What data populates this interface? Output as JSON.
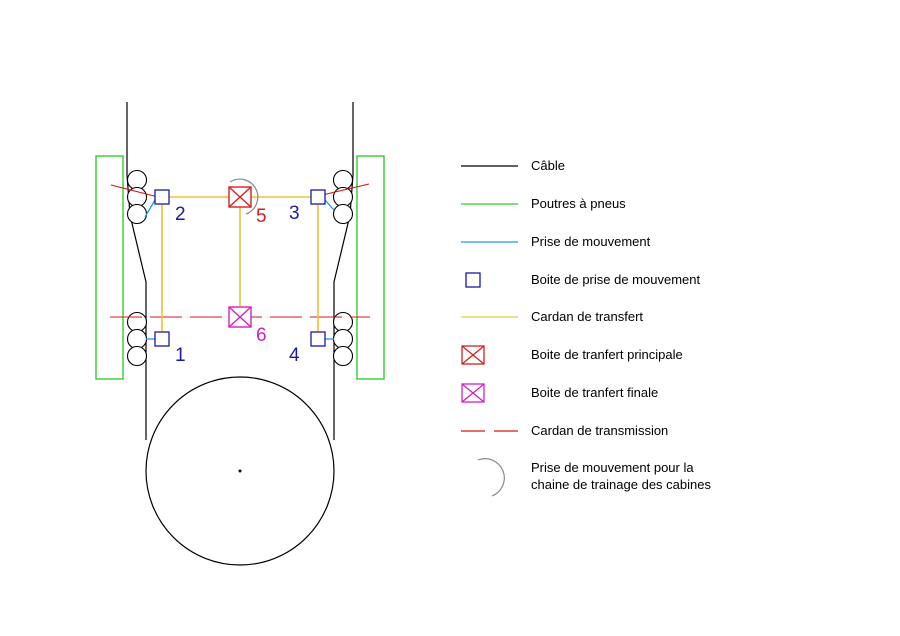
{
  "colors": {
    "cable": "#000000",
    "beam": "#33cc33",
    "pto": "#1e9be0",
    "pto_box": "#1a1aa8",
    "transfer_shaft": "#e8c33a",
    "main_transfer_box": "#d61f1f",
    "final_transfer_box": "#d020c8",
    "transmission_shaft": "#d01818",
    "pto_chain": "#8a8a8a"
  },
  "diagram": {
    "labels": {
      "box1": "1",
      "box2": "2",
      "box3": "3",
      "box4": "4",
      "box5": "5",
      "box6": "6"
    }
  },
  "legend": {
    "items": [
      {
        "key": "cable",
        "symbol": "line",
        "label": "Câble"
      },
      {
        "key": "beam",
        "symbol": "line",
        "label": "Poutres à pneus"
      },
      {
        "key": "pto",
        "symbol": "line",
        "label": "Prise de mouvement"
      },
      {
        "key": "pto_box",
        "symbol": "square",
        "label": "Boite de prise de mouvement"
      },
      {
        "key": "transfer_shaft",
        "symbol": "line",
        "label": "Cardan de transfert"
      },
      {
        "key": "main_transfer_box",
        "symbol": "xbox",
        "label": "Boite de tranfert principale"
      },
      {
        "key": "final_transfer_box",
        "symbol": "xbox",
        "label": "Boite de tranfert finale"
      },
      {
        "key": "transmission_shaft",
        "symbol": "dashed",
        "label": "Cardan de transmission"
      },
      {
        "key": "pto_chain",
        "symbol": "arc",
        "label": [
          "Prise de mouvement pour la",
          "chaine de trainage des cabines"
        ]
      }
    ]
  }
}
